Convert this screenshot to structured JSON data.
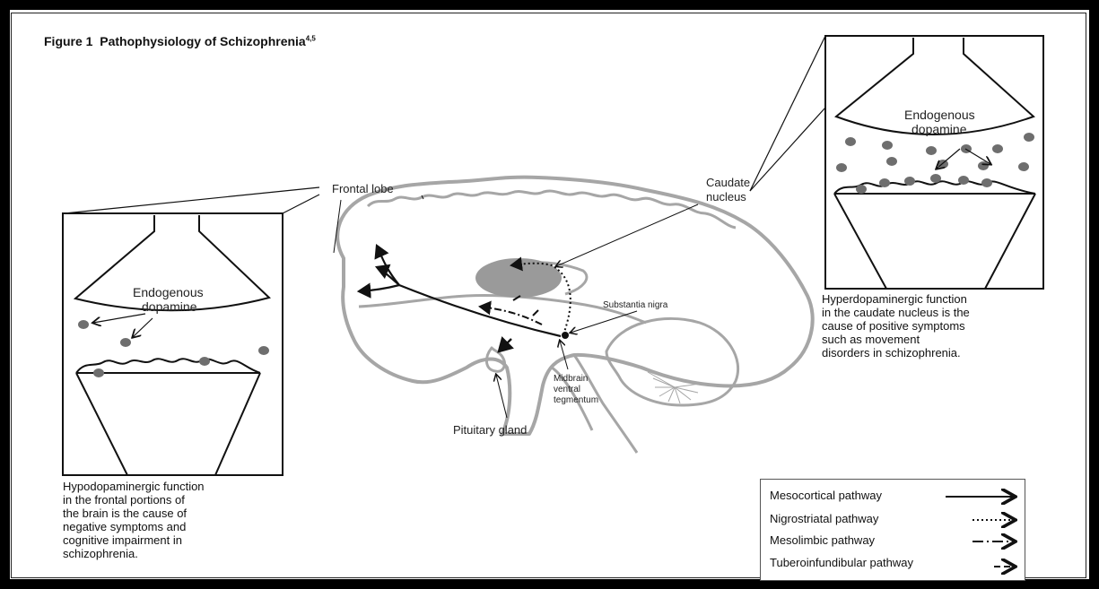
{
  "figure": {
    "title_prefix": "Figure 1",
    "title_text": "Pathophysiology of Schizophrenia",
    "title_sup": "4,5"
  },
  "labels": {
    "frontal_lobe": "Frontal lobe",
    "caudate_nucleus_1": "Caudate",
    "caudate_nucleus_2": "nucleus",
    "substantia_nigra": "Substantia nigra",
    "midbrain_1": "Midbrain",
    "midbrain_2": "ventral",
    "midbrain_3": "tegmentum",
    "pituitary_gland": "Pituitary gland",
    "left_endogenous": "Endogenous",
    "left_dopamine": "dopamine",
    "right_endogenous": "Endogenous",
    "right_dopamine": "dopamine"
  },
  "captions": {
    "left": [
      "Hypodopaminergic function",
      "in the frontal portions of",
      "the brain is the cause of",
      "negative symptoms and",
      "cognitive impairment in",
      "schizophrenia."
    ],
    "right": [
      "Hyperdopaminergic function",
      "in the caudate nucleus is the",
      "cause of positive symptoms",
      "such as movement",
      "disorders in schizophrenia."
    ]
  },
  "legend": {
    "items": [
      {
        "label": "Mesocortical pathway",
        "style": "solid"
      },
      {
        "label": "Nigrostriatal pathway",
        "style": "dotted"
      },
      {
        "label": "Mesolimbic pathway",
        "style": "dashdot"
      },
      {
        "label": "Tuberoinfundibular pathway",
        "style": "dash"
      }
    ]
  },
  "colors": {
    "brain_outline": "#a6a6a6",
    "dopamine_dot": "#6e6e6e",
    "caudate_fill": "#9a9a9a",
    "ink": "#111111"
  }
}
